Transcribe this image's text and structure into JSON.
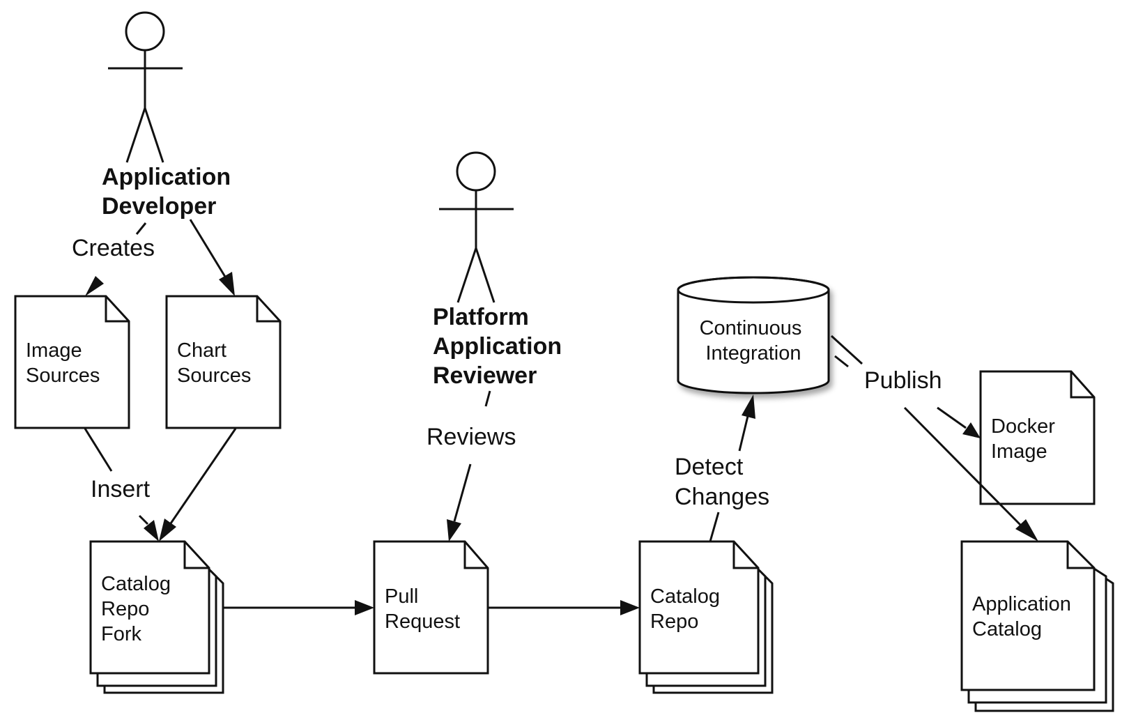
{
  "actors": {
    "developer": {
      "name_lines": [
        "Application",
        "Developer"
      ]
    },
    "reviewer": {
      "name_lines": [
        "Platform",
        "Application",
        "Reviewer"
      ]
    }
  },
  "documents": {
    "image_sources": {
      "label_lines": [
        "Image",
        "Sources"
      ]
    },
    "chart_sources": {
      "label_lines": [
        "Chart",
        "Sources"
      ]
    },
    "catalog_repo_fork": {
      "label_lines": [
        "Catalog",
        "Repo",
        "Fork"
      ]
    },
    "pull_request": {
      "label_lines": [
        "Pull",
        "Request"
      ]
    },
    "catalog_repo": {
      "label_lines": [
        "Catalog",
        "Repo"
      ]
    },
    "docker_image": {
      "label_lines": [
        "Docker",
        "Image"
      ]
    },
    "application_catalog": {
      "label_lines": [
        "Application",
        "Catalog"
      ]
    }
  },
  "ci": {
    "label_lines": [
      "Continuous",
      "Integration"
    ]
  },
  "edges": {
    "creates": "Creates",
    "insert": "Insert",
    "reviews": "Reviews",
    "detect_changes": [
      "Detect",
      "Changes"
    ],
    "publish": "Publish"
  },
  "colors": {
    "line": "#111111",
    "fill": "#ffffff"
  }
}
